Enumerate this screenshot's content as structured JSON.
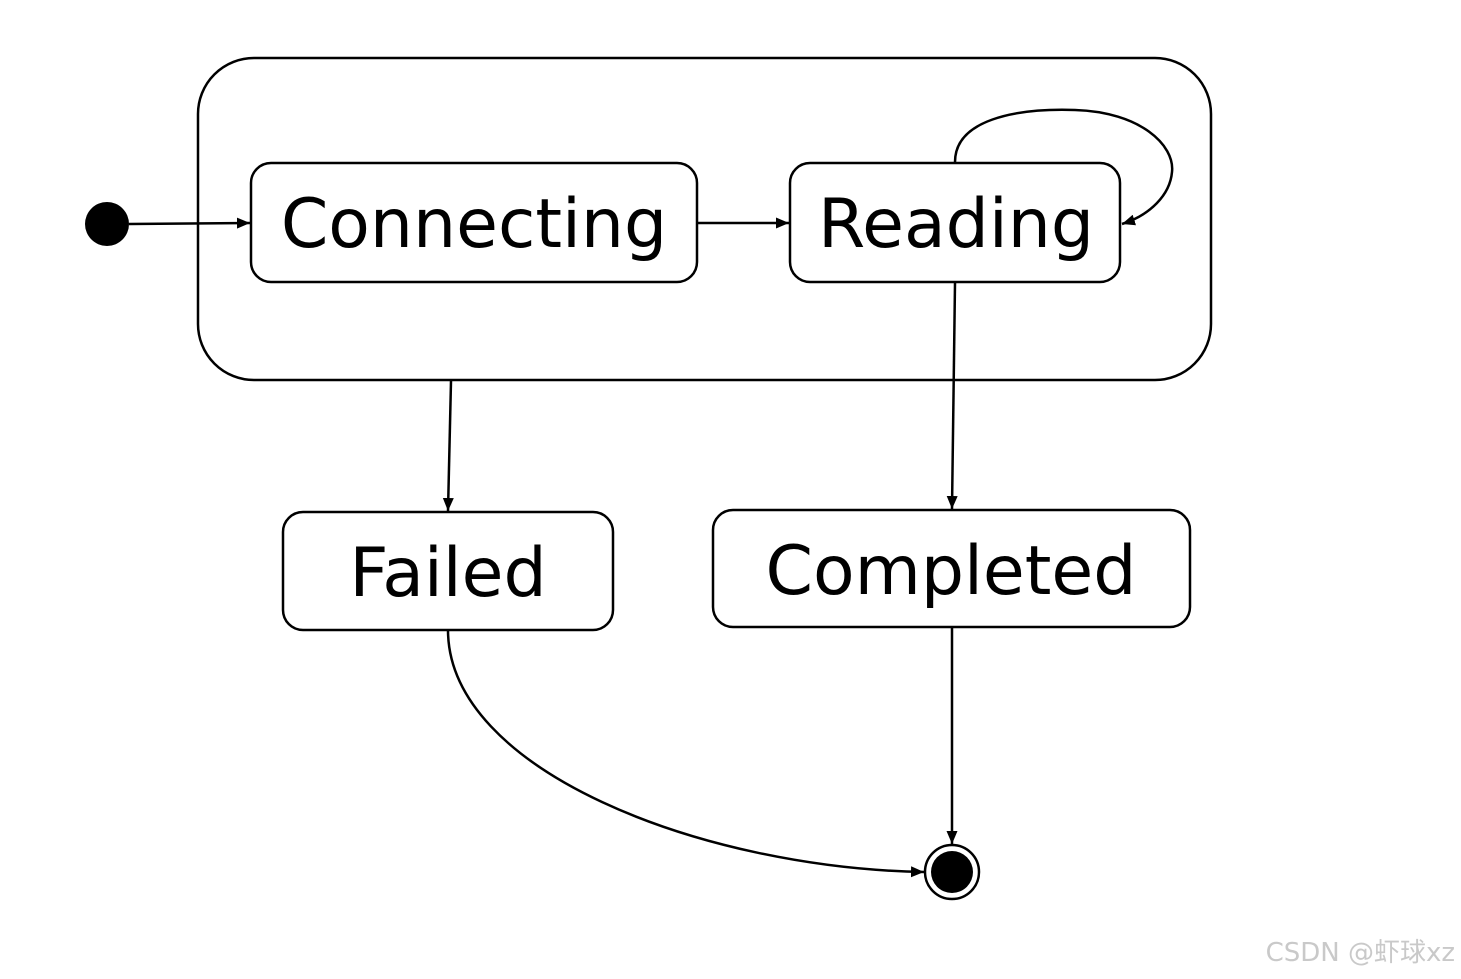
{
  "diagram": {
    "type": "uml-state-machine",
    "composite_state": {
      "label": "",
      "substates": [
        "Connecting",
        "Reading"
      ]
    },
    "states": {
      "connecting": "Connecting",
      "reading": "Reading",
      "failed": "Failed",
      "completed": "Completed"
    },
    "transitions": [
      {
        "from": "initial",
        "to": "Connecting"
      },
      {
        "from": "Connecting",
        "to": "Reading"
      },
      {
        "from": "Reading",
        "to": "Reading"
      },
      {
        "from": "composite",
        "to": "Failed"
      },
      {
        "from": "Reading",
        "to": "Completed"
      },
      {
        "from": "Failed",
        "to": "final"
      },
      {
        "from": "Completed",
        "to": "final"
      }
    ],
    "colors": {
      "stroke": "#000000",
      "background": "#ffffff",
      "watermark": "#c9c9c9"
    }
  },
  "watermark": {
    "text": "CSDN @虾球xz"
  }
}
